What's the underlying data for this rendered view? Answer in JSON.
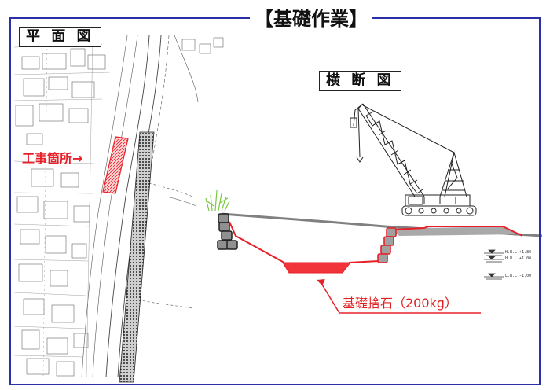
{
  "title": "【基礎作業】",
  "plan_view": {
    "label": "平 面 図"
  },
  "cross_section": {
    "label": "横 断 図"
  },
  "annotations": {
    "construction_site": "工事箇所→",
    "foundation_stone": "基礎捨石（200kg）"
  },
  "water_levels": [
    {
      "label": "H.W.L  +1.80"
    },
    {
      "label": "H.W.L  +1.00"
    },
    {
      "label": "L.W.L  -1.00"
    }
  ],
  "colors": {
    "frame": "#2b2fa8",
    "accent_red": "#e8202a",
    "ground": "#808080",
    "grass": "#7ac943"
  },
  "icons": [
    "crane-icon",
    "grass-icon",
    "armor-block-icon",
    "water-level-icon"
  ]
}
